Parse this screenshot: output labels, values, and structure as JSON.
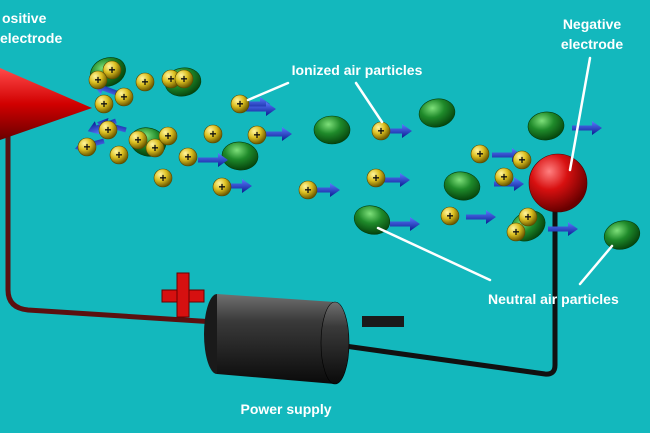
{
  "labels": {
    "positive_line1": "ositive",
    "positive_line2": "electrode",
    "negative_line1": "Negative",
    "negative_line2": "electrode",
    "ionized": "Ionized air particles",
    "neutral": "Neutral air particles",
    "power": "Power supply"
  },
  "symbols": {
    "plus": "+",
    "minus": "−"
  },
  "colors": {
    "background": "#13b8bd",
    "positive_electrode": "#d81010",
    "negative_electrode": "#d81010",
    "ion": "#e0c020",
    "neutral": "#1f8a2a",
    "arrow": "#2040d0",
    "wire_positive": "#5a1010",
    "wire_negative": "#111111",
    "battery": "#2a2a2a"
  },
  "icons": [
    "ion-particle-icon",
    "neutral-particle-icon",
    "motion-arrow-icon"
  ]
}
